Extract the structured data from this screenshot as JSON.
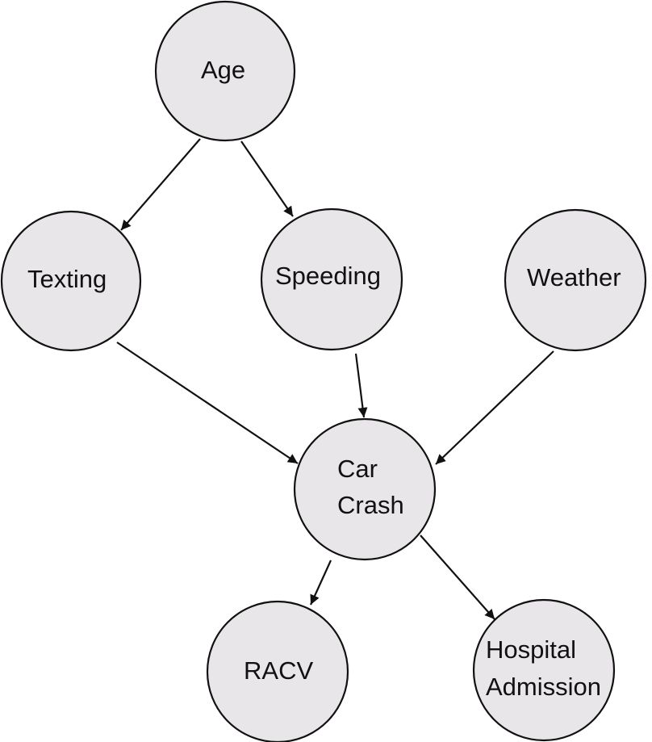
{
  "nodes": {
    "age": {
      "label": [
        "Age"
      ]
    },
    "texting": {
      "label": [
        "Texting"
      ]
    },
    "speeding": {
      "label": [
        "Speeding"
      ]
    },
    "weather": {
      "label": [
        "Weather"
      ]
    },
    "car_crash": {
      "label": [
        "Car",
        "Crash"
      ]
    },
    "racv": {
      "label": [
        "RACV"
      ]
    },
    "hospital": {
      "label": [
        "Hospital",
        "Admission"
      ]
    }
  },
  "edges": [
    {
      "from": "age",
      "to": "texting"
    },
    {
      "from": "age",
      "to": "speeding"
    },
    {
      "from": "texting",
      "to": "car_crash"
    },
    {
      "from": "speeding",
      "to": "car_crash"
    },
    {
      "from": "weather",
      "to": "car_crash"
    },
    {
      "from": "car_crash",
      "to": "racv"
    },
    {
      "from": "car_crash",
      "to": "hospital"
    }
  ],
  "colors": {
    "node_fill": "#e8e6e8",
    "stroke": "#111111"
  }
}
